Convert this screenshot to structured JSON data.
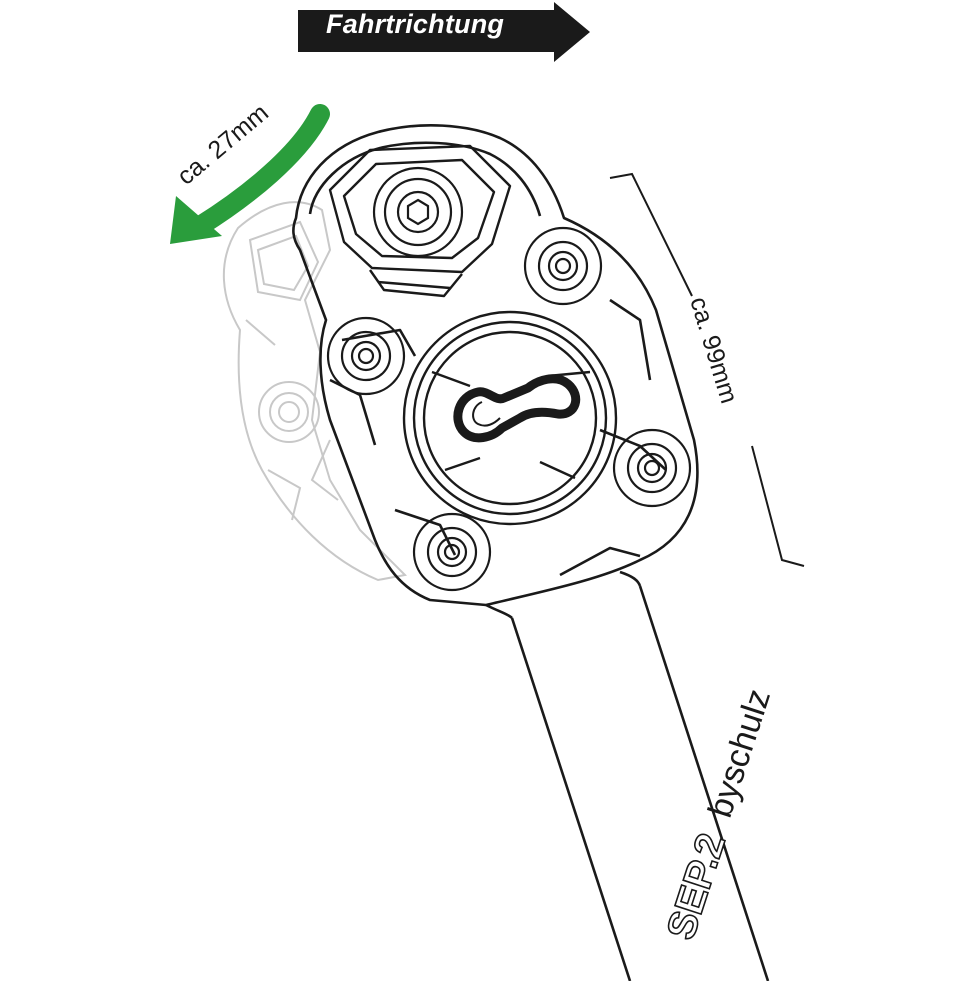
{
  "direction": {
    "label": "Fahrtrichtung"
  },
  "dimensions": {
    "rotation_offset": "ca. 27mm",
    "length": "ca. 99mm"
  },
  "brand": {
    "model": "SEP.2",
    "maker": "byschulz"
  },
  "colors": {
    "arrow_green": "#2a9d3c",
    "banner_black": "#1a1a1a",
    "line": "#1a1a1a",
    "ghost_line": "#c8c8c8"
  }
}
